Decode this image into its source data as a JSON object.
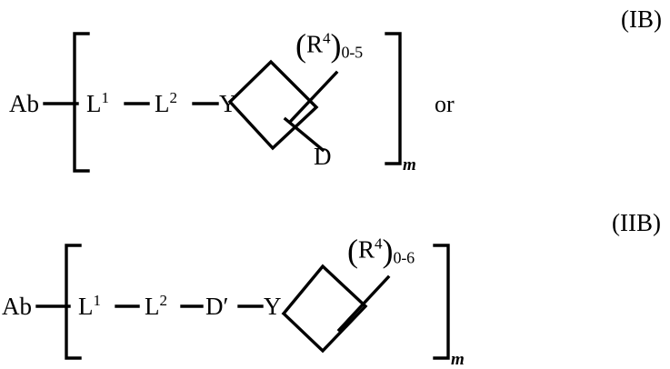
{
  "document": {
    "type": "chemical-structure-figure",
    "background_color": "#ffffff",
    "line_color": "#000000"
  },
  "formulas": [
    {
      "tag": "(IB)",
      "antibody_label": "Ab",
      "linker1": "L",
      "linker1_superscript": "1",
      "linker2": "L",
      "linker2_superscript": "2",
      "ring_attachment_atom": "Y",
      "substituent": "R",
      "substituent_superscript": "4",
      "substituent_range": "0-5",
      "open_paren": "(",
      "close_paren": ")",
      "drug_label": "D",
      "bracket_subscript": "m",
      "trailing_word": "or"
    },
    {
      "tag": "(IIB)",
      "antibody_label": "Ab",
      "linker1": "L",
      "linker1_superscript": "1",
      "linker2": "L",
      "linker2_superscript": "2",
      "drug_prime_label": "D′",
      "ring_attachment_atom": "Y",
      "substituent": "R",
      "substituent_superscript": "4",
      "substituent_range": "0-6",
      "open_paren": "(",
      "close_paren": ")",
      "bracket_subscript": "m"
    }
  ]
}
